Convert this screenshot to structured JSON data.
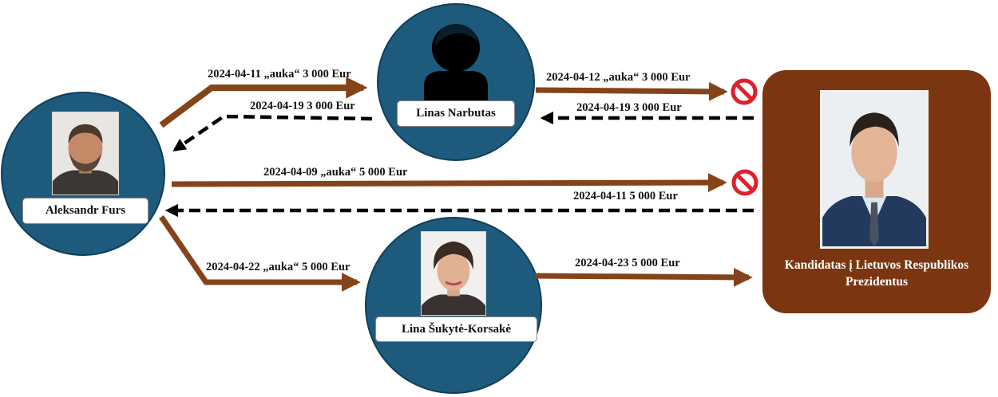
{
  "nodes": {
    "aleksandr": {
      "name": "Aleksandr Furs",
      "photo_icon": "man-photo"
    },
    "linas": {
      "name": "Linas Narbutas",
      "icon": "person-silhouette-icon"
    },
    "lina": {
      "name": "Lina Šukytė-Korsakė",
      "photo_icon": "woman-photo"
    },
    "candidate": {
      "caption_line1": "Kandidatas į Lietuvos Respublikos",
      "caption_line2": "Prezidentus",
      "photo_icon": "man-in-suit-photo"
    }
  },
  "edges": {
    "furs_to_narbutas": {
      "label": "2024-04-11 „auka“ 3 000 Eur",
      "style": "solid"
    },
    "narbutas_to_furs": {
      "label": "2024-04-19  3 000 Eur",
      "style": "dashed"
    },
    "narbutas_to_candidate": {
      "label": "2024-04-12 „auka“ 3 000 Eur",
      "style": "solid",
      "blocked": true
    },
    "candidate_to_narbutas": {
      "label": "2024-04-19   3 000 Eur",
      "style": "dashed"
    },
    "furs_to_candidate": {
      "label": "2024-04-09 „auka“  5 000 Eur",
      "style": "solid",
      "blocked": true
    },
    "candidate_to_furs": {
      "label": "2024-04-11    5 000 Eur",
      "style": "dashed"
    },
    "furs_to_lina": {
      "label": "2024-04-22 „auka“ 5 000 Eur",
      "style": "solid"
    },
    "lina_to_candidate": {
      "label": "2024-04-23    5 000 Eur",
      "style": "solid"
    }
  },
  "icons": {
    "blocked": "no-entry-icon"
  },
  "colors": {
    "node_fill": "#1e5a7c",
    "node_border": "#0f3e59",
    "arrow": "#85431a",
    "candidate_box": "#7b3611",
    "dashed_arrow": "#000000",
    "blocked": "#e0202a"
  }
}
